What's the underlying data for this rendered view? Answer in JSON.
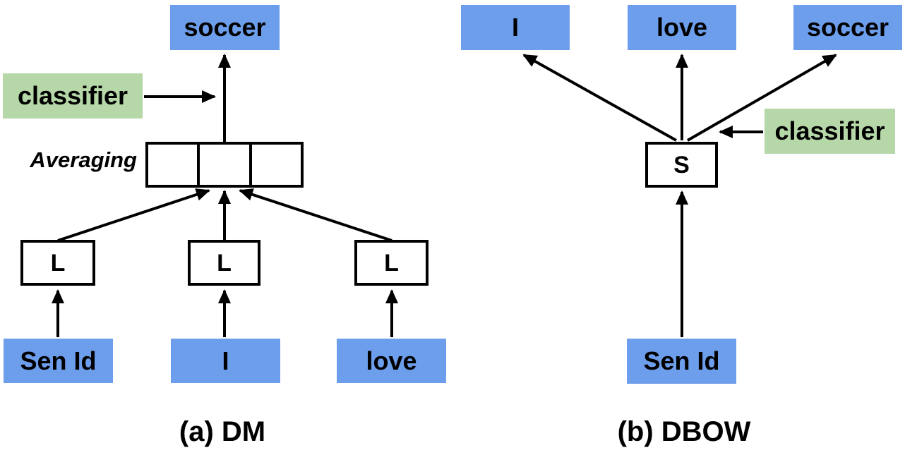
{
  "colors": {
    "word_box_fill": "#6d9eeb",
    "classifier_fill": "#b6d7a8",
    "stroke": "#000000",
    "background": "#ffffff"
  },
  "dm": {
    "caption": "(a) DM",
    "output_label": "soccer",
    "classifier_label": "classifier",
    "averaging_label": "Averaging",
    "lookup_labels": [
      "L",
      "L",
      "L"
    ],
    "input_labels": [
      "Sen Id",
      "I",
      "love"
    ]
  },
  "dbow": {
    "caption": "(b) DBOW",
    "output_labels": [
      "I",
      "love",
      "soccer"
    ],
    "classifier_label": "classifier",
    "sentence_vector_label": "S",
    "input_label": "Sen Id"
  }
}
